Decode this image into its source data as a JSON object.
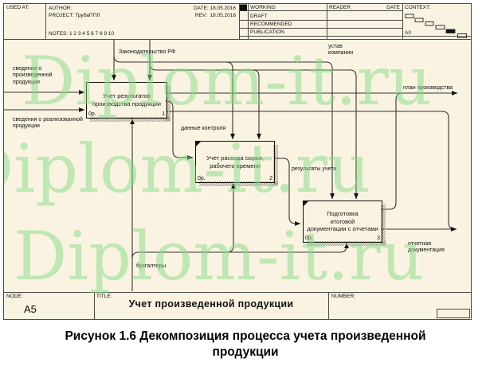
{
  "header": {
    "used_at": "USED AT:",
    "author_label": "AUTHOR:",
    "date_label": "DATE:",
    "date_value": "18.05.2016",
    "rev_label": "REV:",
    "rev_value": "18.05.2016",
    "project_label": "PROJECT:",
    "project_value": "ТрубаППЛ",
    "notes_label": "NOTES:",
    "notes_value": "1 2 3 4 5 6 7 8 9 10",
    "status_rows": [
      "WORKING",
      "DRAFT",
      "RECOMMENDED",
      "PUBLICATION"
    ],
    "reader_label": "READER",
    "reader_date_label": "DATE",
    "context_label": "CONTEXT:",
    "context_node": "A0"
  },
  "diagram": {
    "boxes": [
      {
        "title": "Учет результатов\nпроизводства продукции",
        "cost": "0р.",
        "number": "1"
      },
      {
        "title": "Учет расхода сырья,\nрабочего времени",
        "cost": "0р.",
        "number": "2"
      },
      {
        "title": "Подготовка\nитоговой\nдокументации с отчетами",
        "cost": "0р.",
        "number": "3"
      }
    ],
    "labels": {
      "law": "Законодательство РФ",
      "charter": "устав\nкомпании",
      "input_produced": "сведения о\nпроизведенной\nпродукции",
      "input_sold": "сведения о реализованной\nпродукции",
      "control_data": "данные контроля",
      "production_plan": "план производства",
      "accounting_results": "результаты учета",
      "report_docs": "отчетная\nдокументация",
      "accountants": "бухгалтеры"
    }
  },
  "footer": {
    "node_label": "NODE:",
    "node_value": "A5",
    "title_label": "TITLE:",
    "title_value": "Учет произведенной продукции",
    "number_label": "NUMBER:"
  },
  "caption": "Рисунок 1.6 Декомпозиция процесса учета произведенной продукции",
  "watermark": {
    "text": "Diplom-it.ru"
  }
}
